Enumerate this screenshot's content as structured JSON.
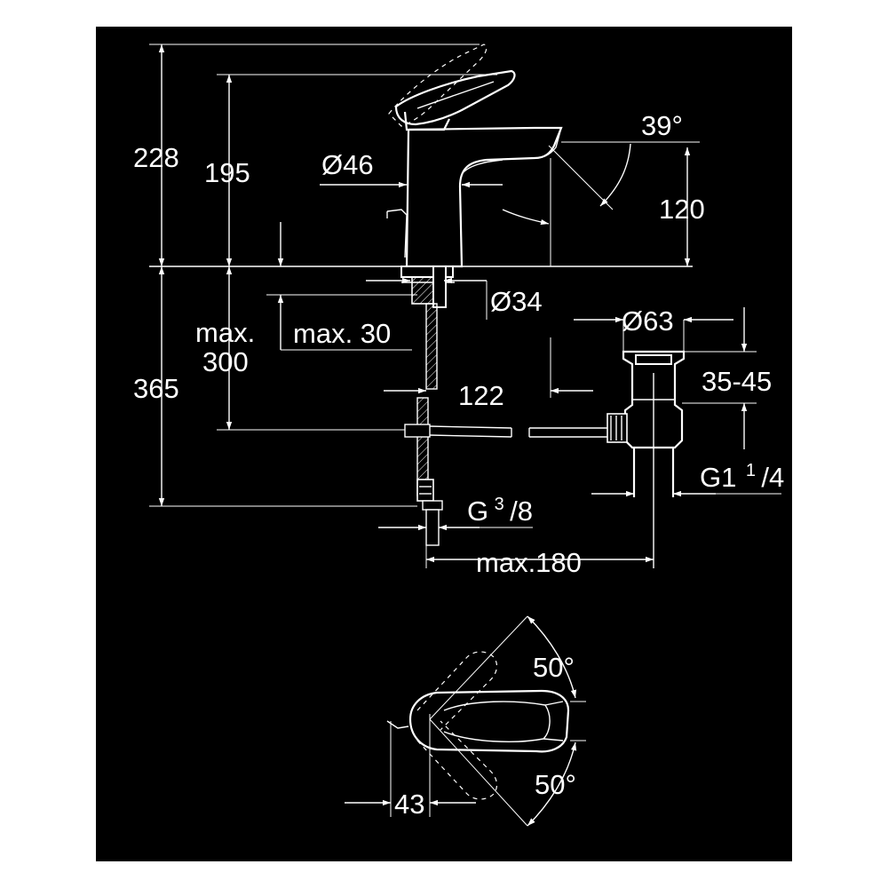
{
  "colors": {
    "background": "#000000",
    "line": "#ffffff",
    "margin": "#ffffff"
  },
  "labels": {
    "h228": "228",
    "h195": "195",
    "dia46": "Ø46",
    "angle39": "39°",
    "h120": "120",
    "dia34": "Ø34",
    "max300_a": "max.",
    "max300_b": "300",
    "max30": "max. 30",
    "dia63": "Ø63",
    "h35_45": "35-45",
    "h365": "365",
    "d122": "122",
    "g1_main": "G1",
    "g1_sup": "1",
    "g1_sub": "/4",
    "g38_main": "G",
    "g38_sup": "3",
    "g38_sub": "/8",
    "max180": "max.180",
    "angle50_top": "50°",
    "angle50_bottom": "50°",
    "d43": "43"
  }
}
